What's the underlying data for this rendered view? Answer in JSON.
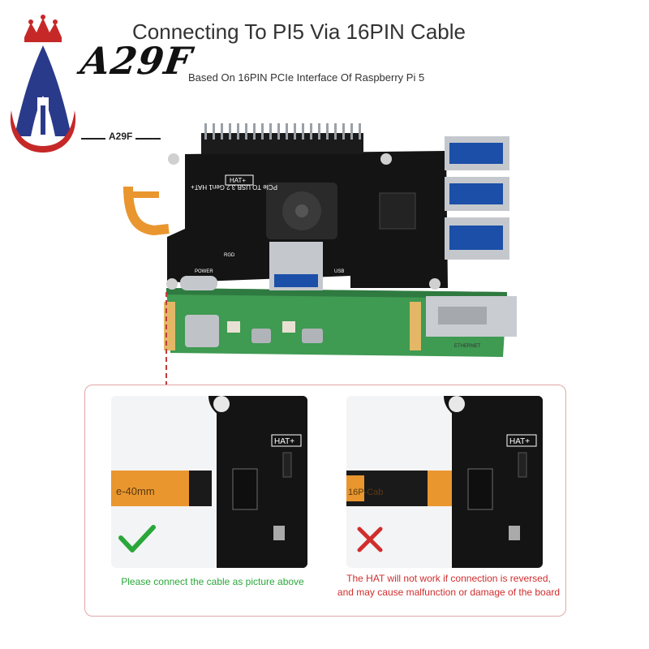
{
  "brand": {
    "logo_text": "A29F",
    "logo_caption": "A29F"
  },
  "header": {
    "title": "Connecting To PI5 Via 16PIN Cable",
    "subtitle": "Based On 16PIN PCIe Interface Of Raspberry Pi 5"
  },
  "board_labels": {
    "product": "PCIe TO USB 3.2 Gen1 HAT+",
    "hat": "HAT+",
    "usb": "USB",
    "power": "POWER",
    "rgd": "RGD",
    "ethernet": "ETHERNET"
  },
  "inset_correct": {
    "cable_text": "e-40mm",
    "hat_text": "HAT+",
    "caption": "Please connect the cable as picture above",
    "mark": "check-icon"
  },
  "inset_wrong": {
    "cable_text": "16P-Cab",
    "hat_text": "HAT+",
    "caption_line1": "The HAT will not work if connection is reversed,",
    "caption_line2": "and may cause malfunction or damage of the board",
    "mark": "cross-icon"
  },
  "colors": {
    "board": "#141414",
    "cable": "#e9962e",
    "pcb_green": "#3f9a52",
    "ok": "#2aa73a",
    "bad": "#d12d2d",
    "logo_blue": "#2a3a8a",
    "logo_red": "#c62828"
  }
}
